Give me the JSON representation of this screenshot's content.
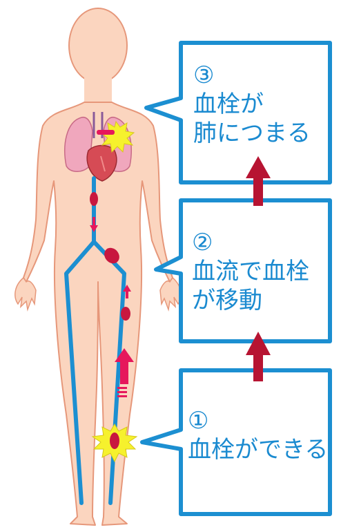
{
  "steps": [
    {
      "number": "③",
      "lines": [
        "血栓が",
        "肺につまる"
      ]
    },
    {
      "number": "②",
      "lines": [
        "血流で血栓",
        "が移動"
      ]
    },
    {
      "number": "①",
      "lines": [
        "血栓ができる"
      ]
    }
  ],
  "colors": {
    "skin": "#fbd5bf",
    "skin_outline": "#e6977a",
    "vein": "#1c8fd1",
    "callout_border": "#1c8fd1",
    "step_text": "#1a8ad0",
    "clot": "#c8173f",
    "arrow": "#b71432",
    "flow_arrow": "#e6175c",
    "burst": "#f6f12d",
    "lung": "#f0a7bd",
    "heart": "#d64b55"
  }
}
